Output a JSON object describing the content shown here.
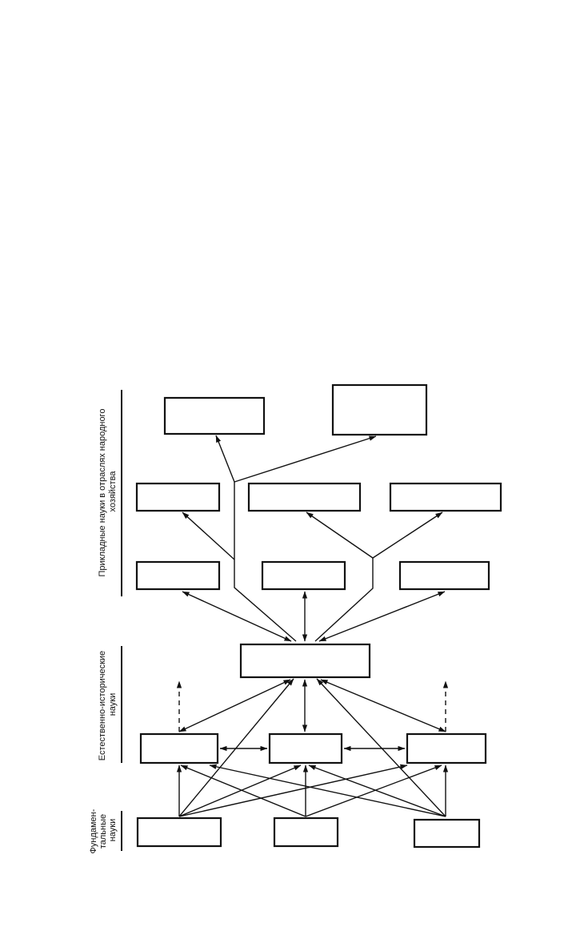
{
  "labels": {
    "applied": [
      "Прикладные науки в отраслях народного",
      "хозяйства"
    ],
    "natural_history": [
      "Естественно-исторические",
      "науки"
    ],
    "fundamental": [
      "Фундамен-",
      "тальные",
      "науки"
    ]
  },
  "colors": {
    "line": "#111111",
    "background": "#ffffff"
  }
}
